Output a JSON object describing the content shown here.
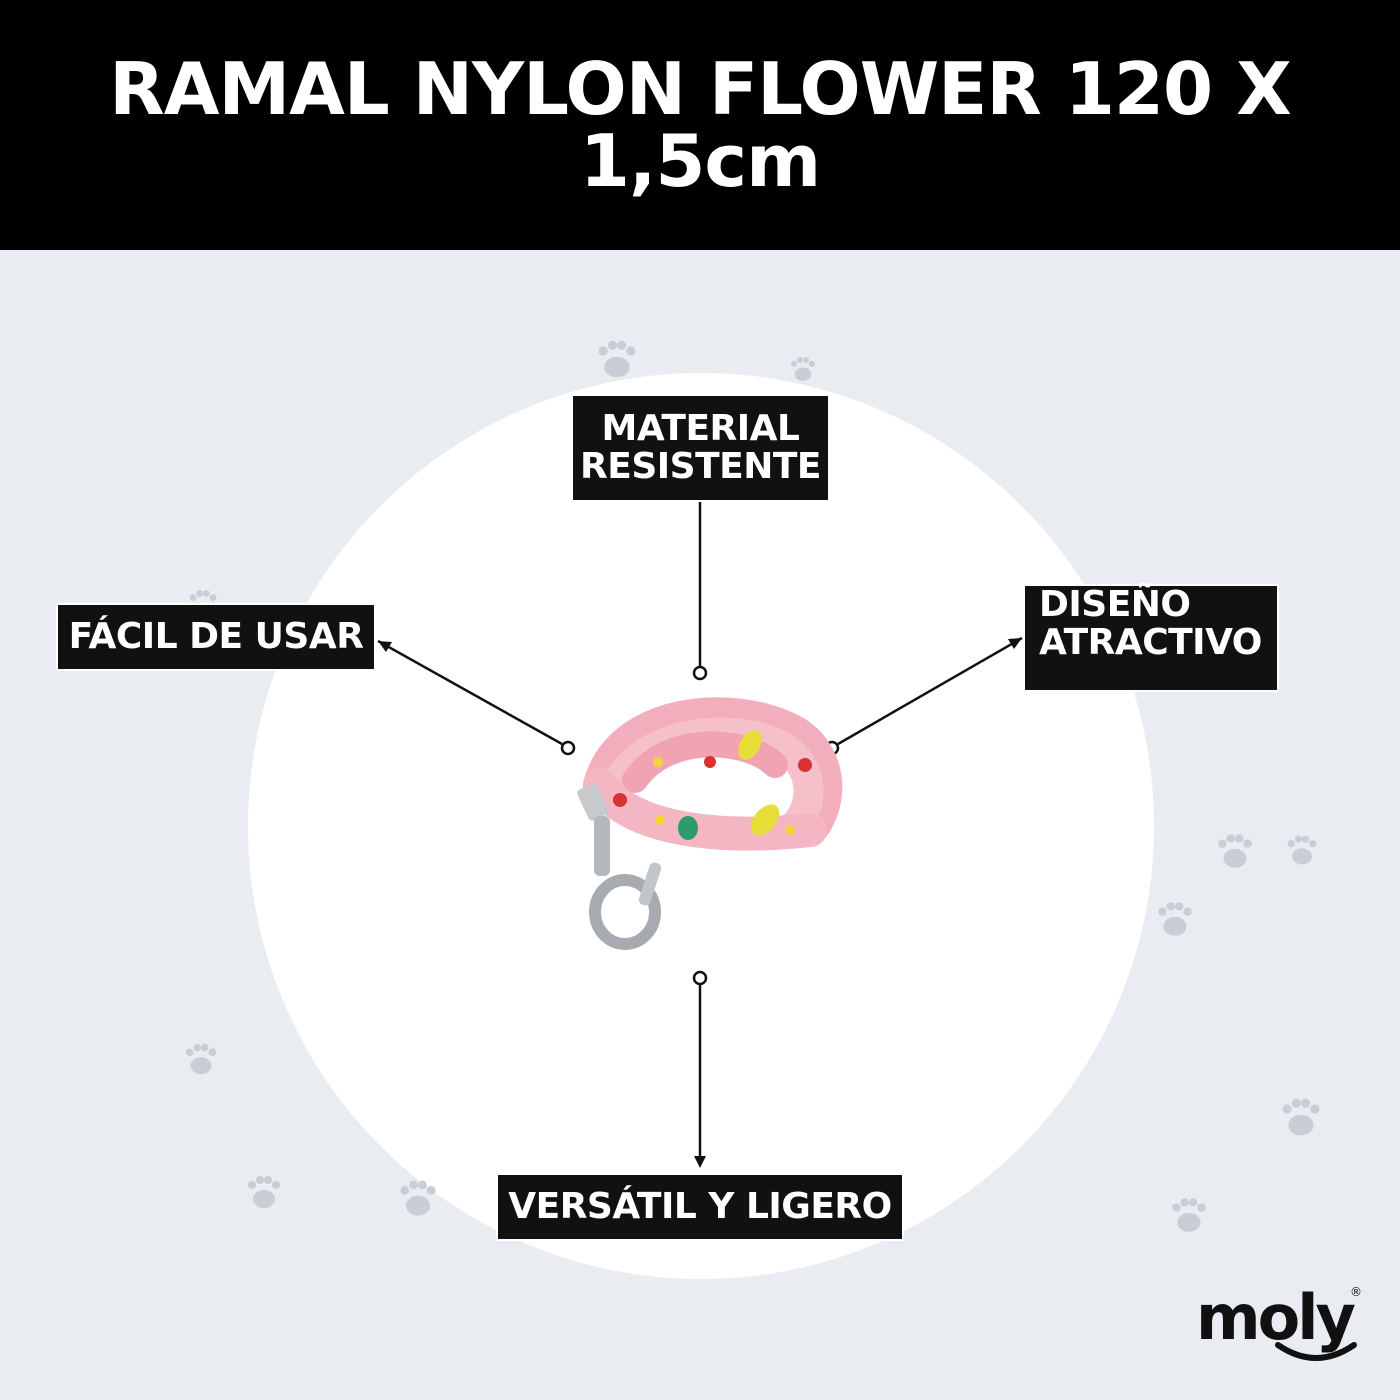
{
  "header": {
    "title": "RAMAL NYLON FLOWER 120 X 1,5cm"
  },
  "labels": {
    "top": [
      "MATERIAL",
      "RESISTENTE"
    ],
    "left": "FÁCIL DE USAR",
    "right": [
      "DISEÑO",
      "ATRACTIVO"
    ],
    "bottom": "VERSÁTIL Y LIGERO"
  },
  "brand": {
    "name": "moly",
    "registered": "®"
  },
  "colors": {
    "header_bg": "#000000",
    "page_bg": "#e9edf2",
    "label_bg": "#111111",
    "leash_pink": "#f4b6c2",
    "paw_gray": "#c9ced6"
  },
  "icons": [
    "paw-print-icon",
    "registered-mark-icon",
    "smile-icon"
  ]
}
